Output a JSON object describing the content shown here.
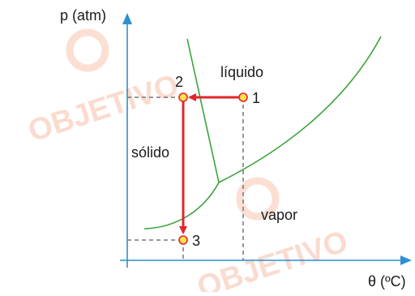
{
  "axes": {
    "y_label": "p (atm)",
    "x_label": "θ (ºC)"
  },
  "regions": {
    "liquid": "líquido",
    "solid": "sólido",
    "vapor": "vapor"
  },
  "points": [
    {
      "id": "1",
      "label": "1"
    },
    {
      "id": "2",
      "label": "2"
    },
    {
      "id": "3",
      "label": "3"
    }
  ],
  "watermark": "OBJETIVO",
  "colors": {
    "curve": "#3aa33a",
    "arrow": "#e3262b",
    "point_fill": "#ffe14a",
    "point_stroke": "#e3262b",
    "axis": "#2b8fd0",
    "guide": "#777777",
    "watermark": "#f7bfa8"
  }
}
